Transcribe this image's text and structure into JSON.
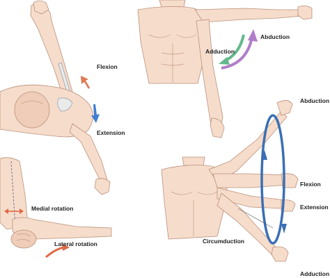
{
  "labels": {
    "flexion_top": "Flexion",
    "extension_top": "Extension",
    "adduction_top": "Adduction",
    "abduction_top": "Abduction",
    "abduction_right_top": "Abduction",
    "flexion_right": "Flexion",
    "extension_right": "Extension",
    "abduction_right_bottom": "Adduction",
    "circumduction": "Circumduction",
    "medial_rotation": "Medial rotation",
    "lateral_rotation": "Lateral rotation"
  },
  "colors": {
    "flexion_arrow": "#e07a55",
    "extension_arrow": "#3f7fd0",
    "adduction_arrow": "#62b88a",
    "abduction_arrow": "#b07cc8",
    "circumduction_ring": "#3a6fb5",
    "rotation_arrow": "#e06a45",
    "skin": "#f6dccb"
  }
}
